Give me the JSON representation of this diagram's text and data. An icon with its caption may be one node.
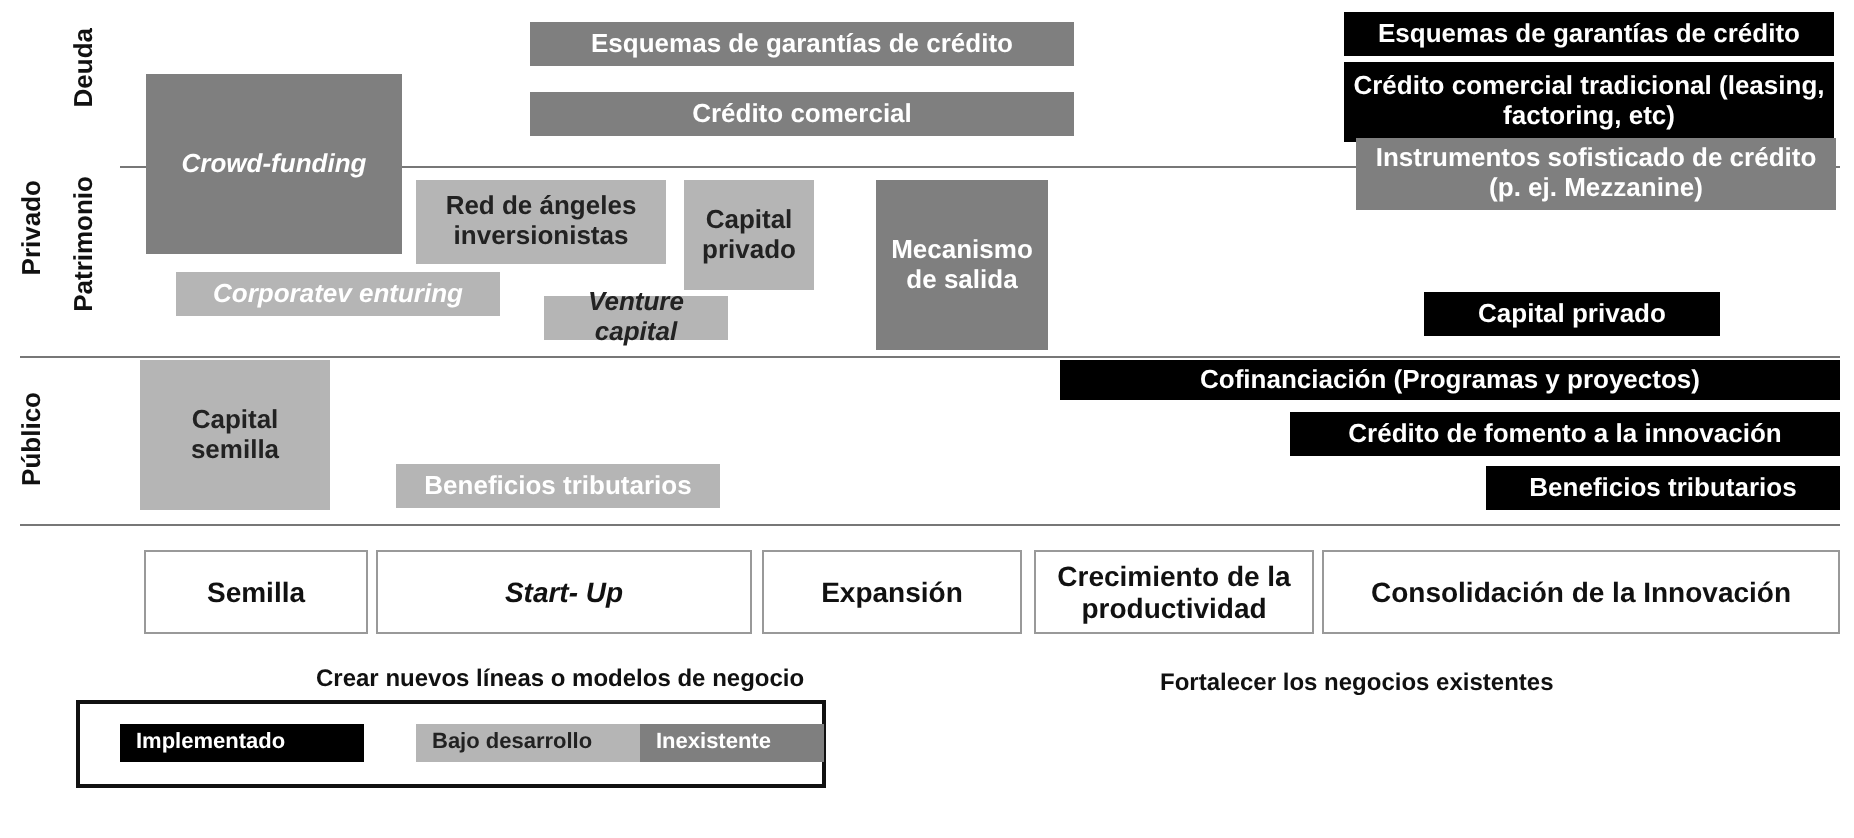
{
  "diagram": {
    "nodes": [
      {
        "text": [
          "Esquemas de garantías de crédito"
        ]
      },
      {
        "text": [
          "Crédito comercial"
        ]
      },
      {
        "text": [
          "Crowd-funding"
        ]
      },
      {
        "text": [
          "Red de ángeles inversionistas"
        ]
      },
      {
        "text": [
          "Capital privado"
        ]
      },
      {
        "text": [
          "Mecanismo de salida"
        ]
      },
      {
        "text": [
          "Corporatev enturing"
        ]
      },
      {
        "text": [
          "Venture capital"
        ]
      },
      {
        "text": [
          "Capital semilla"
        ]
      },
      {
        "text": [
          "Beneficios tributarios"
        ]
      },
      {
        "text": [
          "Esquemas de garantías de crédito"
        ]
      },
      {
        "text": [
          "Crédito comercial tradicional (leasing, factoring, etc)"
        ]
      },
      {
        "text": [
          "Instrumentos sofisticado de crédito (p. ej. Mezzanine)"
        ]
      },
      {
        "text": [
          "Capital privado"
        ]
      },
      {
        "text": [
          "Cofinanciación (Programas y proyectos)"
        ]
      },
      {
        "text": [
          "Crédito de fomento a la innovación"
        ]
      },
      {
        "text": [
          "Beneficios tributarios"
        ]
      },
      {
        "text": [
          "Semilla"
        ]
      },
      {
        "text": [
          "Start- Up"
        ]
      },
      {
        "text": [
          "Expansión"
        ]
      },
      {
        "text": [
          "Crecimiento de la productividad"
        ]
      },
      {
        "text": [
          "Consolidación de la Innovación"
        ]
      }
    ],
    "labels": [
      "Deuda",
      "Privado",
      "Patrimonio",
      "Público",
      "Crear nuevos líneas o modelos de negocio",
      "Fortalecer los negocios existentes"
    ],
    "legend": [
      {
        "text": "Implementado",
        "color": "#000000"
      },
      {
        "text": "Bajo desarrollo",
        "color": "#b5b5b5"
      },
      {
        "text": "Inexistente",
        "color": "#7f7f7f"
      }
    ]
  }
}
